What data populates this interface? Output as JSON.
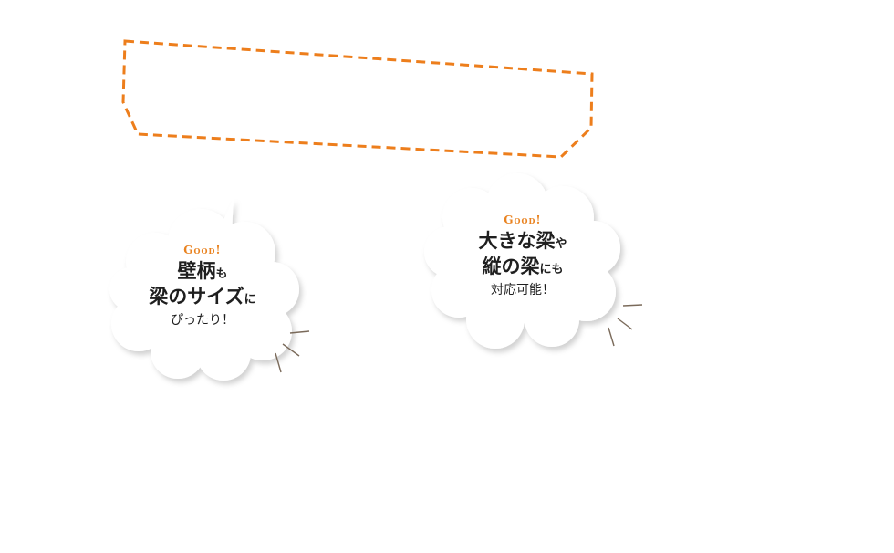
{
  "colors": {
    "accent": "#ed7e1c",
    "text": "#1f1f1f",
    "tick": "#7a6a5a"
  },
  "bubble_left": {
    "tag": "Good!",
    "line1_big": "壁柄",
    "line1_small": "も",
    "line2_big": "梁のサイズ",
    "line2_small": "に",
    "line3": "ぴったり！"
  },
  "bubble_right": {
    "tag": "Good!",
    "line1_big": "大きな梁",
    "line1_small": "や",
    "line2_big": "縦の梁",
    "line2_small": "にも",
    "line3": "対応可能！"
  }
}
